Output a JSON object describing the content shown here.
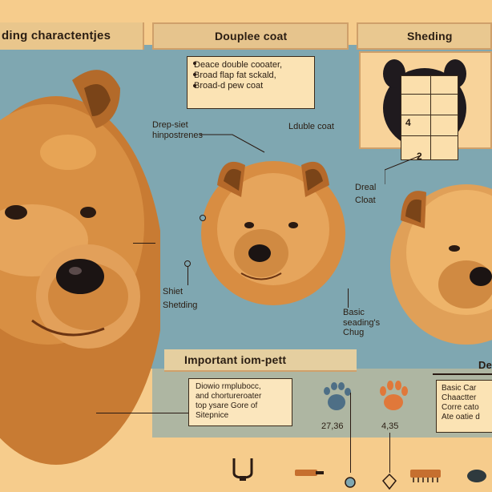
{
  "headers": {
    "left": "ding charactentjes",
    "center": "Douplee coat",
    "right": "Sheding"
  },
  "box_top": {
    "line1": "Deace double cooater,",
    "line2": "Broad flap fat sckald,",
    "line3": "Broad-d pew coat"
  },
  "labels": {
    "drep_line1": "Drep-siet",
    "drep_line2": "hinpostrenes",
    "ldouble": "Lduble coat",
    "shiet": "Shiet",
    "shedding": "Shetding",
    "dreal": "Dreal",
    "cloat": "Cloat",
    "basic1": "Basic",
    "basic2": "seading's",
    "basic3": "Chug",
    "num4": "4",
    "num2": "2",
    "de": "De"
  },
  "important": {
    "title": "Important iom-pett",
    "line1": "Diowio rmplubocc,",
    "line2": "and chortureroater",
    "line3": "top ysare Gore of",
    "line4": "Sitepnice"
  },
  "prints": {
    "val1": "27,36",
    "val2": "4,35"
  },
  "right_box": {
    "line1": "Basic Car",
    "line2": "Chaactter",
    "line3": "Corre cato",
    "line4": "Ate oatie d"
  },
  "colors": {
    "fur_main": "#d48b3d",
    "fur_light": "#e9a85a",
    "band_blue": "#7fa7b1",
    "panel": "#f8d39a"
  }
}
